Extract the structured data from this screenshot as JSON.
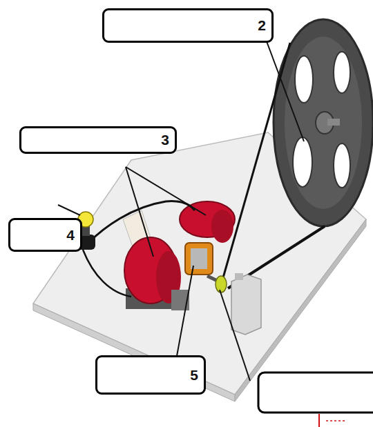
{
  "diagram": {
    "nodes": [
      {
        "text": [
          "2"
        ]
      },
      {
        "text": [
          "3"
        ]
      },
      {
        "text": [
          "4"
        ]
      },
      {
        "text": [
          "5"
        ]
      }
    ]
  }
}
